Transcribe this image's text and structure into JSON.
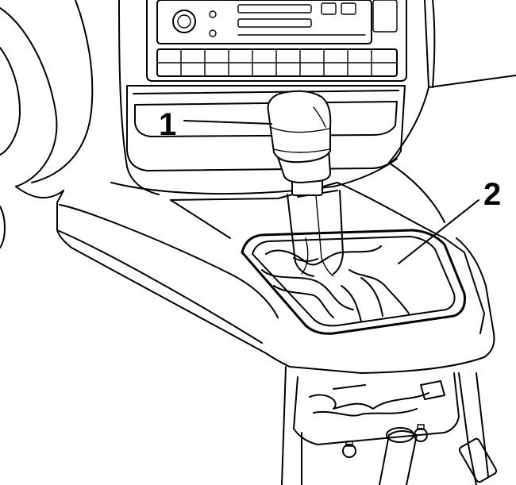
{
  "figure": {
    "subject": "gear-shift-knob-and-boot-removal",
    "callouts": [
      {
        "id": "1",
        "label": "1",
        "part": "gear-shift-knob"
      },
      {
        "id": "2",
        "label": "2",
        "part": "gear-shift-boot"
      }
    ],
    "line_color": "#000000",
    "background_color": "#ffffff"
  }
}
